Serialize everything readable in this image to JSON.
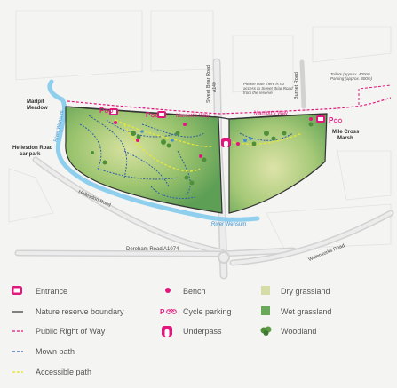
{
  "labels": {
    "marlpit_meadow_1": "Marlpit",
    "marlpit_meadow_2": "Meadow",
    "hellesdon_car_1": "Hellesdon Road",
    "hellesdon_car_2": "car park",
    "mile_cross_1": "Mile Cross",
    "mile_cross_2": "Marsh",
    "river_wensum_vertical": "River Wensum",
    "river_wensum_bottom": "River Wensum",
    "hellesdon_road": "Hellesdon Road",
    "dereham_road": "Dereham Road A1074",
    "waterworks_road": "Waterworks Road",
    "sweet_briar_road_1": "Sweet Briar Road",
    "sweet_briar_road_2": "A140",
    "burnet_road": "Burnet Road",
    "marriotts_way_1": "Marriott's Way",
    "marriotts_way_2": "Marriott's Way",
    "cycle_p": "P",
    "note_1": "Please note there is no",
    "note_2": "access to Sweet Briar Road",
    "note_3": "from the reserve",
    "toilets_1": "Toilets (approx. 400m)",
    "toilets_2": "Parking (approx. 800m)"
  },
  "legend": [
    {
      "key": "entrance",
      "label": "Entrance"
    },
    {
      "key": "boundary",
      "label": "Nature reserve boundary"
    },
    {
      "key": "prow",
      "label": "Public Right of Way"
    },
    {
      "key": "mown",
      "label": "Mown path"
    },
    {
      "key": "accessible",
      "label": "Accessible path"
    },
    {
      "key": "bench",
      "label": "Bench"
    },
    {
      "key": "cycle",
      "label": "Cycle parking"
    },
    {
      "key": "underpass",
      "label": "Underpass"
    },
    {
      "key": "dry",
      "label": "Dry grassland"
    },
    {
      "key": "wet",
      "label": "Wet grassland"
    },
    {
      "key": "woodland",
      "label": "Woodland"
    }
  ],
  "colors": {
    "pink": "#e0187c",
    "river": "#8fcfee",
    "wet_grass": "#6aa85a",
    "dry_grass": "#d6dca6",
    "mown_path": "#2f5fa8",
    "accessible_path": "#e8e63a",
    "boundary": "#333333",
    "road": "#dcdcdc"
  },
  "icons": {
    "entrance": "entrance-icon",
    "cycle": "bicycle-icon",
    "underpass": "underpass-icon",
    "woodland": "tree-icon"
  }
}
